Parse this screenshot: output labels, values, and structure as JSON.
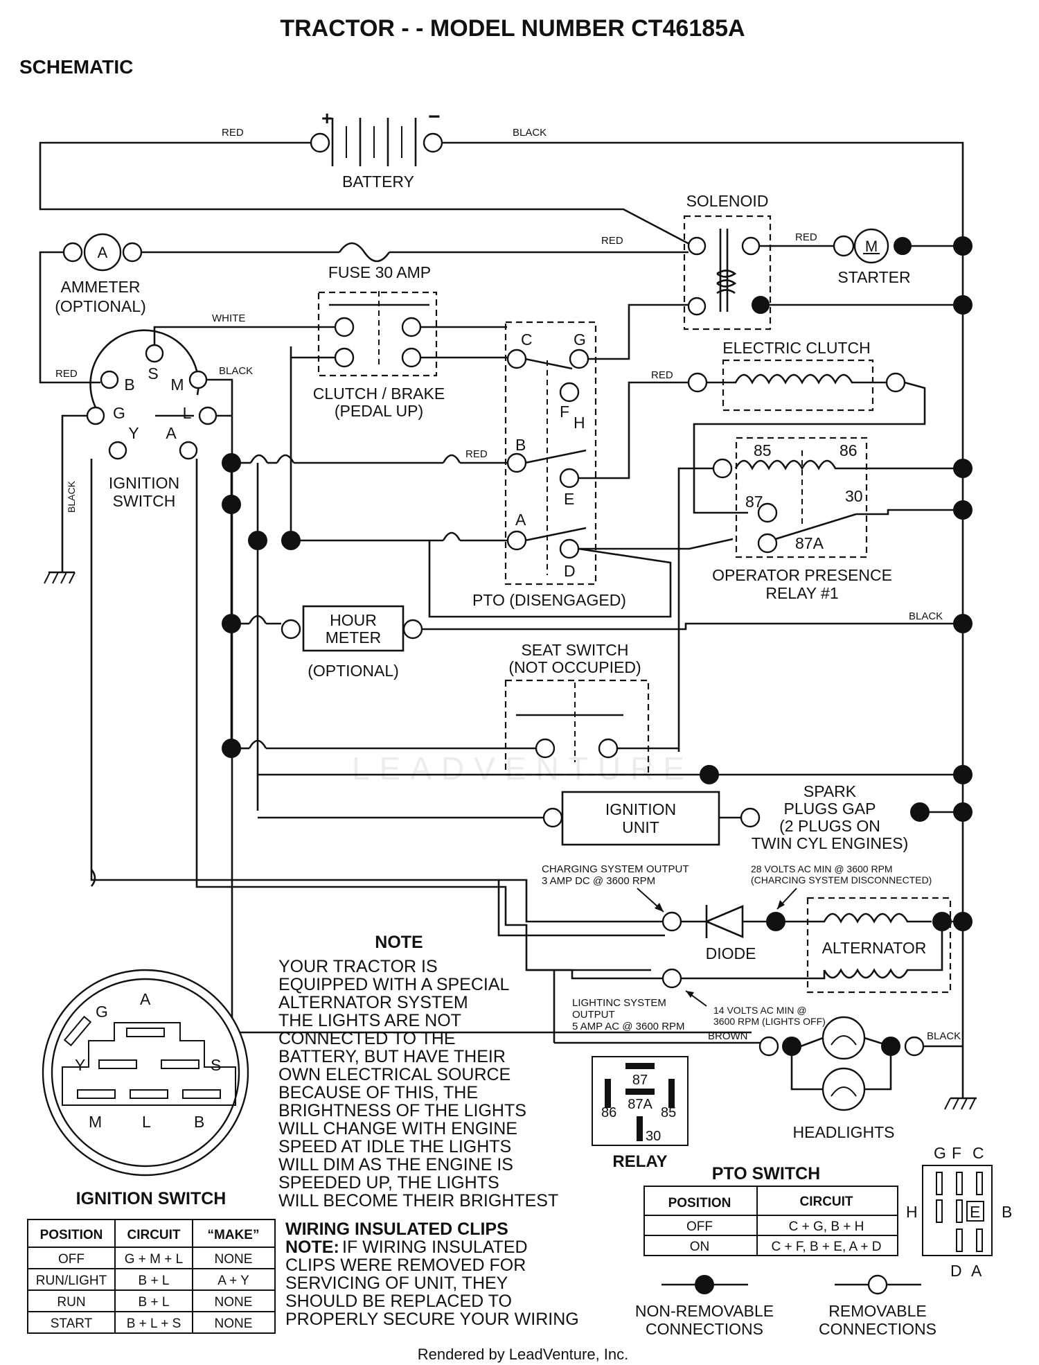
{
  "title": "TRACTOR - - MODEL NUMBER CT46185A",
  "subtitle": "SCHEMATIC",
  "wire_labels": {
    "red": "RED",
    "black": "BLACK",
    "white": "WHITE",
    "brown": "BROWN"
  },
  "components": {
    "battery": "BATTERY",
    "battery_plus": "+",
    "battery_minus": "−",
    "solenoid": "SOLENOID",
    "starter": "STARTER",
    "starter_symbol": "M",
    "ammeter_symbol": "A",
    "ammeter_line1": "AMMETER",
    "ammeter_line2": "(OPTIONAL)",
    "fuse": "FUSE 30 AMP",
    "clutch_brake_line1": "CLUTCH / BRAKE",
    "clutch_brake_line2": "(PEDAL UP)",
    "electric_clutch": "ELECTRIC CLUTCH",
    "ignition_switch_line1": "IGNITION",
    "ignition_switch_line2": "SWITCH",
    "pto": "PTO (DISENGAGED)",
    "opr_line1": "OPERATOR PRESENCE",
    "opr_line2": "RELAY #1",
    "hour_meter_line1": "HOUR",
    "hour_meter_line2": "METER",
    "hour_meter_optional": "(OPTIONAL)",
    "seat_switch_line1": "SEAT SWITCH",
    "seat_switch_line2": "(NOT OCCUPIED)",
    "ignition_unit_line1": "IGNITION",
    "ignition_unit_line2": "UNIT",
    "spark_line1": "SPARK",
    "spark_line2": "PLUGS GAP",
    "spark_line3": "(2 PLUGS ON",
    "spark_line4": "TWIN CYL  ENGINES)",
    "diode": "DIODE",
    "alternator": "ALTERNATOR",
    "headlights": "HEADLIGHTS",
    "charging_line1": "CHARGING SYSTEM OUTPUT",
    "charging_line2": "3 AMP DC @ 3600 RPM",
    "volts28_line1": "28 VOLTS AC MIN  @ 3600 RPM",
    "volts28_line2": "(CHARCING SYSTEM DISCONNECTED)",
    "lighting_line1": "LIGHTINC SYSTEM",
    "lighting_line2": "OUTPUT",
    "lighting_line3": "5 AMP AC @ 3600 RPM",
    "volts14_line1": "14 VOLTS AC MIN  @",
    "volts14_line2": "3600 RPM (LIGHTS OFF)"
  },
  "ignition_terminals": [
    "B",
    "S",
    "M",
    "G",
    "L",
    "Y",
    "A"
  ],
  "pto_terminals": [
    "C",
    "G",
    "F",
    "H",
    "B",
    "E",
    "A",
    "D"
  ],
  "relay_terminals": [
    "85",
    "86",
    "87",
    "30",
    "87A"
  ],
  "relay_title": "RELAY",
  "ignition_diagram_letters": [
    "G",
    "A",
    "Y",
    "S",
    "M",
    "L",
    "B"
  ],
  "pto_switch_letters": {
    "top": [
      "G",
      "F",
      "C"
    ],
    "left": "H",
    "mid": "E",
    "right": "B",
    "bottom": [
      "D",
      "A"
    ]
  },
  "note": {
    "heading": "NOTE",
    "lines": [
      "YOUR TRACTOR IS",
      "EQUIPPED WITH A SPECIAL",
      "ALTERNATOR SYSTEM",
      "THE LIGHTS ARE NOT",
      "CONNECTED TO THE",
      "BATTERY, BUT HAVE THEIR",
      "OWN ELECTRICAL SOURCE",
      "BECAUSE OF THIS, THE",
      "BRIGHTNESS OF THE LIGHTS",
      "WILL CHANGE WITH ENGINE",
      "SPEED   AT IDLE THE LIGHTS",
      "WILL DIM   AS THE ENGINE IS",
      "SPEEDED UP, THE LIGHTS",
      "WILL BECOME THEIR BRIGHTEST"
    ]
  },
  "clips": {
    "heading": "WIRING INSULATED CLIPS",
    "note_label": "NOTE:",
    "lines": [
      "IF WIRING INSULATED",
      "CLIPS WERE REMOVED FOR",
      "SERVICING OF UNIT, THEY",
      "SHOULD BE REPLACED TO",
      "PROPERLY SECURE YOUR WIRING"
    ]
  },
  "ignition_table": {
    "title": "IGNITION SWITCH",
    "headers": [
      "POSITION",
      "CIRCUIT",
      "“MAKE”"
    ],
    "rows": [
      [
        "OFF",
        "G + M + L",
        "NONE"
      ],
      [
        "RUN/LIGHT",
        "B + L",
        "A + Y"
      ],
      [
        "RUN",
        "B + L",
        "NONE"
      ],
      [
        "START",
        "B + L + S",
        "NONE"
      ]
    ]
  },
  "pto_table": {
    "title": "PTO SWITCH",
    "headers": [
      "POSITION",
      "CIRCUIT"
    ],
    "rows": [
      [
        "OFF",
        "C + G, B + H"
      ],
      [
        "ON",
        "C + F, B + E, A + D"
      ]
    ]
  },
  "legend": {
    "non_removable_line1": "NON-REMOVABLE",
    "non_removable_line2": "CONNECTIONS",
    "removable_line1": "REMOVABLE",
    "removable_line2": "CONNECTIONS"
  },
  "watermark": "LEADVENTURE",
  "footer": "Rendered by LeadVenture, Inc."
}
